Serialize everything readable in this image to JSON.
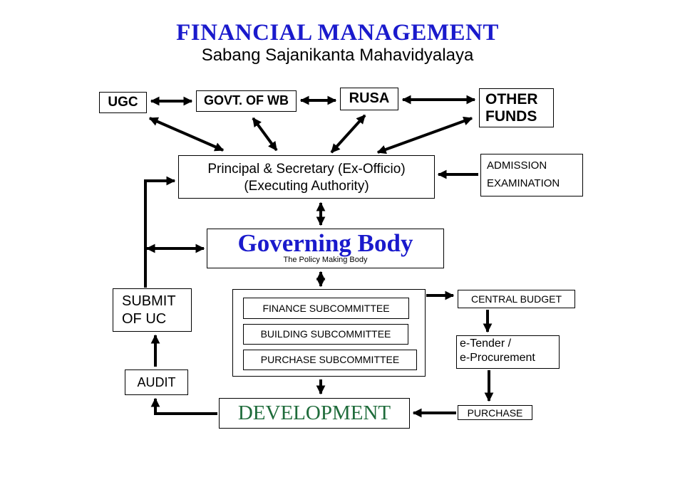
{
  "title": "FINANCIAL MANAGEMENT",
  "subtitle": "Sabang Sajanikanta Mahavidyalaya",
  "colors": {
    "title": "#1a1acc",
    "governing": "#1a1acc",
    "development": "#1e6b3a",
    "line": "#000000"
  },
  "sources": {
    "ugc": "UGC",
    "govt": "GOVT. OF WB",
    "rusa": "RUSA",
    "other_line1": "OTHER",
    "other_line2": "FUNDS"
  },
  "principal": {
    "line1": "Principal & Secretary (Ex-Officio)",
    "line2": "(Executing Authority)"
  },
  "admission": {
    "line1": "ADMISSION",
    "line2": "EXAMINATION"
  },
  "governing": {
    "title": "Governing Body",
    "subtitle": "The Policy Making Body"
  },
  "subcommittees": [
    "FINANCE SUBCOMMITTEE",
    "BUILDING SUBCOMMITTEE",
    "PURCHASE SUBCOMMITTEE"
  ],
  "central_budget": "CENTRAL BUDGET",
  "etender": {
    "line1": "e-Tender /",
    "line2": "e-Procurement"
  },
  "purchase": "PURCHASE",
  "development": "DEVELOPMENT",
  "audit": "AUDIT",
  "submit": {
    "line1": "SUBMIT",
    "line2": "OF UC"
  }
}
